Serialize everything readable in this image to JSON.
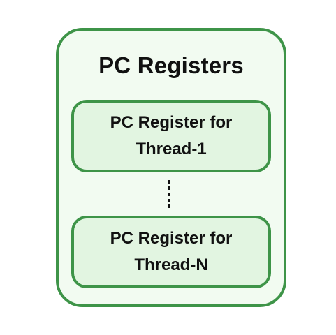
{
  "diagram": {
    "title": "PC Registers",
    "registers": [
      {
        "label": "PC Register for\nThread-1"
      },
      {
        "label": "PC Register for\nThread-N"
      }
    ],
    "colors": {
      "border": "#3e9448",
      "outer_fill": "#f2fbf1",
      "inner_fill": "#e2f5e1",
      "text": "#111111"
    }
  }
}
